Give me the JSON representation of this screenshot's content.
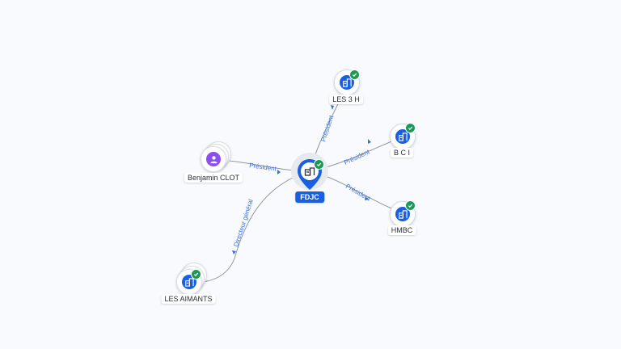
{
  "diagram": {
    "nodes": {
      "center": {
        "label": "FDJC",
        "icon": "building-icon",
        "verified": true
      },
      "les3h": {
        "label": "LES 3 H",
        "icon": "building-icon",
        "verified": true
      },
      "bci": {
        "label": "B C I",
        "icon": "building-icon",
        "verified": true
      },
      "hmbc": {
        "label": "HMBC",
        "icon": "building-icon",
        "verified": true
      },
      "benjamin": {
        "label": "Benjamin CLOT",
        "icon": "person-icon",
        "verified": false
      },
      "aimants": {
        "label": "LES AIMANTS",
        "icon": "building-icon",
        "verified": true
      }
    },
    "edges": {
      "les3h": "Président",
      "bci": "Président",
      "hmbc": "Président",
      "benjamin": "Président",
      "aimants": "Directeur général"
    }
  },
  "colors": {
    "accent": "#1a5fe0",
    "verified": "#1c9a55",
    "person": "#8b4ff0",
    "edge_label": "#3b6fd8"
  }
}
